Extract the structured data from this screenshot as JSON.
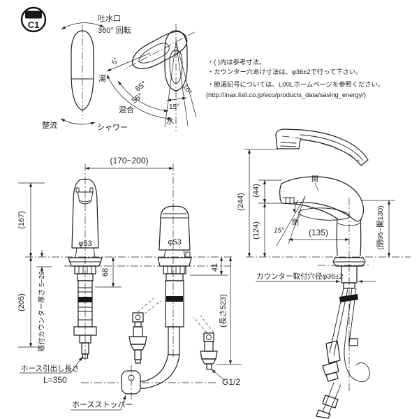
{
  "badge": {
    "label": "節湯",
    "class_label": "C1"
  },
  "top_diagram": {
    "spout_note_1": "吐水口",
    "spout_note_2": "360° 回転",
    "straight_label": "整流",
    "shower_label": "シャワー",
    "hot_label": "湯",
    "mix_label": "混合",
    "cold_label": "水",
    "angle_5": "5°",
    "angle_65": "65°",
    "angle_55": "55°",
    "angle_15": "15°",
    "angle_10": "10°"
  },
  "notes": {
    "line1": "・( )内は参考寸法。",
    "line2": "・カウンター穴あけ寸法は、φ36±2で行って下さい。",
    "line3": "・節湯記号については、LIXILホームページを参照ください。",
    "line4": "(http://inax.lixil.co.jp/eco/products_data/saving_energy/)"
  },
  "front_view": {
    "span": "(170~200)",
    "spout_height": "(167)",
    "under_height": "(205)",
    "counter_thickness": "取付カウンター厚さ 5~20",
    "spout_dia": "φ53",
    "handle_dia": "φ53",
    "spout_under": "68",
    "handle_under": "41",
    "hose_len_label": "(長さ523)",
    "pullout_label": "ホース引出し長さ",
    "pullout_value": "L=350",
    "stopper_label": "ホースストッパー",
    "thread_label": "G1/2"
  },
  "side_view": {
    "total_height": "(244)",
    "lever_height": "(44)",
    "body_height": "(124)",
    "reach": "(135)",
    "lever_angle": "15°",
    "handle_range": "(閉95~開130)",
    "hole_label": "カウンター取付穴径φ36±2",
    "open_label": "開",
    "closed_label": "閉"
  }
}
